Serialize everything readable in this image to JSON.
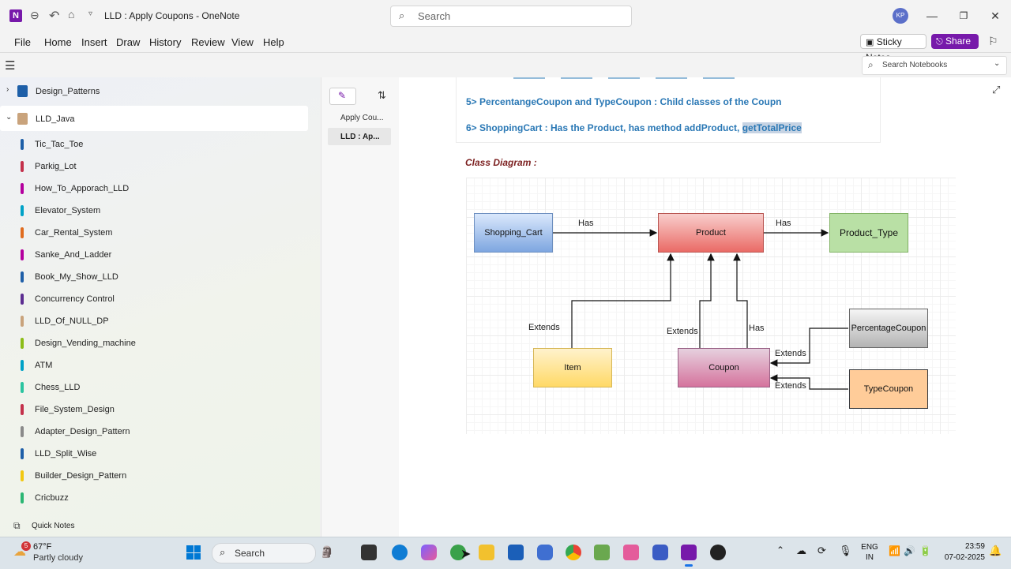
{
  "window": {
    "title": "LLD : Apply Coupons  -  OneNote",
    "app_letter": "N",
    "search_placeholder": "Search",
    "avatar_initials": "KP"
  },
  "menu": [
    "File",
    "Home",
    "Insert",
    "Draw",
    "History",
    "Review",
    "View",
    "Help"
  ],
  "actions": {
    "sticky_notes": "Sticky Notes",
    "share": "Share"
  },
  "notebook_search": {
    "placeholder": "Search Notebooks"
  },
  "sidebar": {
    "notebooks": [
      {
        "label": "Design_Patterns",
        "color": "#1e5fa8",
        "expanded": false
      },
      {
        "label": "LLD_Java",
        "color": "#c9a37c",
        "expanded": true
      }
    ],
    "sections": [
      {
        "label": "Tic_Tac_Toe",
        "color": "#1e5fa8"
      },
      {
        "label": "Parkig_Lot",
        "color": "#c4314b"
      },
      {
        "label": "How_To_Apporach_LLD",
        "color": "#b4009e"
      },
      {
        "label": "Elevator_System",
        "color": "#00a2c7"
      },
      {
        "label": "Car_Rental_System",
        "color": "#e06c1f"
      },
      {
        "label": "Sanke_And_Ladder",
        "color": "#b4009e"
      },
      {
        "label": "Book_My_Show_LLD",
        "color": "#1e5fa8"
      },
      {
        "label": "Concurrency Control",
        "color": "#5c2d91"
      },
      {
        "label": "LLD_Of_NULL_DP",
        "color": "#c9a37c"
      },
      {
        "label": "Design_Vending_machine",
        "color": "#8cbd18"
      },
      {
        "label": "ATM",
        "color": "#00a2c7"
      },
      {
        "label": "Chess_LLD",
        "color": "#2bc4a0"
      },
      {
        "label": "File_System_Design",
        "color": "#c4314b"
      },
      {
        "label": "Adapter_Design_Pattern",
        "color": "#8a8a8a"
      },
      {
        "label": "LLD_Split_Wise",
        "color": "#1e5fa8"
      },
      {
        "label": "Builder_Design_Pattern",
        "color": "#f2c811"
      },
      {
        "label": "Cricbuzz",
        "color": "#2bb673"
      }
    ],
    "quick_notes": "Quick Notes"
  },
  "pages": [
    "Apply Cou...",
    "LLD : Ap..."
  ],
  "note": {
    "line5": "5> PercentangeCoupon and TypeCoupon : Child classes of the Coupn",
    "line6_prefix": "6> ShoppingCart : Has the Product, has method addProduct, ",
    "line6_highlight": "getTotalPrice",
    "diagram_title": "Class Diagram :"
  },
  "diagram": {
    "boxes": {
      "shopping_cart": "Shopping_Cart",
      "product": "Product",
      "product_type": "Product_Type",
      "item": "Item",
      "coupon": "Coupon",
      "percentage_coupon": "PercentageCoupon",
      "type_coupon": "TypeCoupon"
    },
    "labels": {
      "has_1": "Has",
      "has_2": "Has",
      "extends_item": "Extends",
      "extends_coupon": "Extends",
      "has_coupon": "Has",
      "extends_percentage": "Extends",
      "extends_type": "Extends"
    }
  },
  "taskbar": {
    "weather_temp": "67°F",
    "weather_desc": "Partly cloudy",
    "weather_badge": "5",
    "search_placeholder": "Search",
    "lang_line1": "ENG",
    "lang_line2": "IN",
    "time": "23:59",
    "date": "07-02-2025"
  }
}
